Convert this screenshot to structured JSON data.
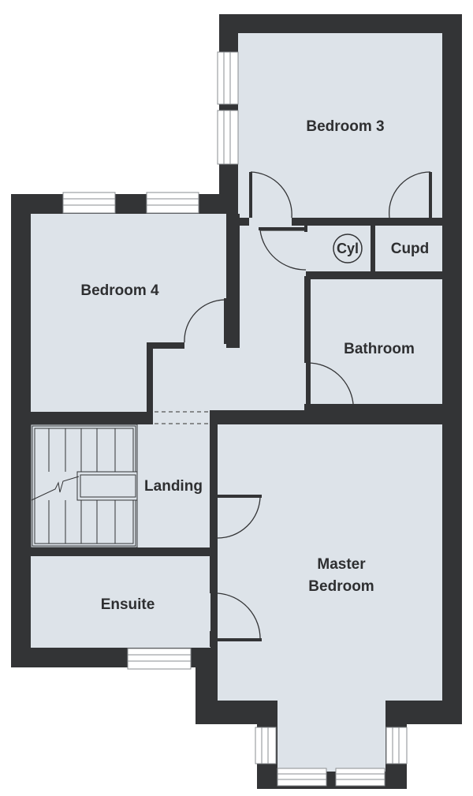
{
  "colors": {
    "wall": "#333436",
    "floor": "#dde3e9",
    "window_frame": "#8a8d90",
    "window_fill": "#ffffff",
    "door_line": "#333436",
    "text": "#2e2f31"
  },
  "rooms": {
    "bedroom_3": "Bedroom 3",
    "bedroom_4": "Bedroom 4",
    "bathroom": "Bathroom",
    "cupboard": "Cupd",
    "cylinder": "Cyl",
    "landing": "Landing",
    "master_line1": "Master",
    "master_line2": "Bedroom",
    "ensuite": "Ensuite"
  }
}
